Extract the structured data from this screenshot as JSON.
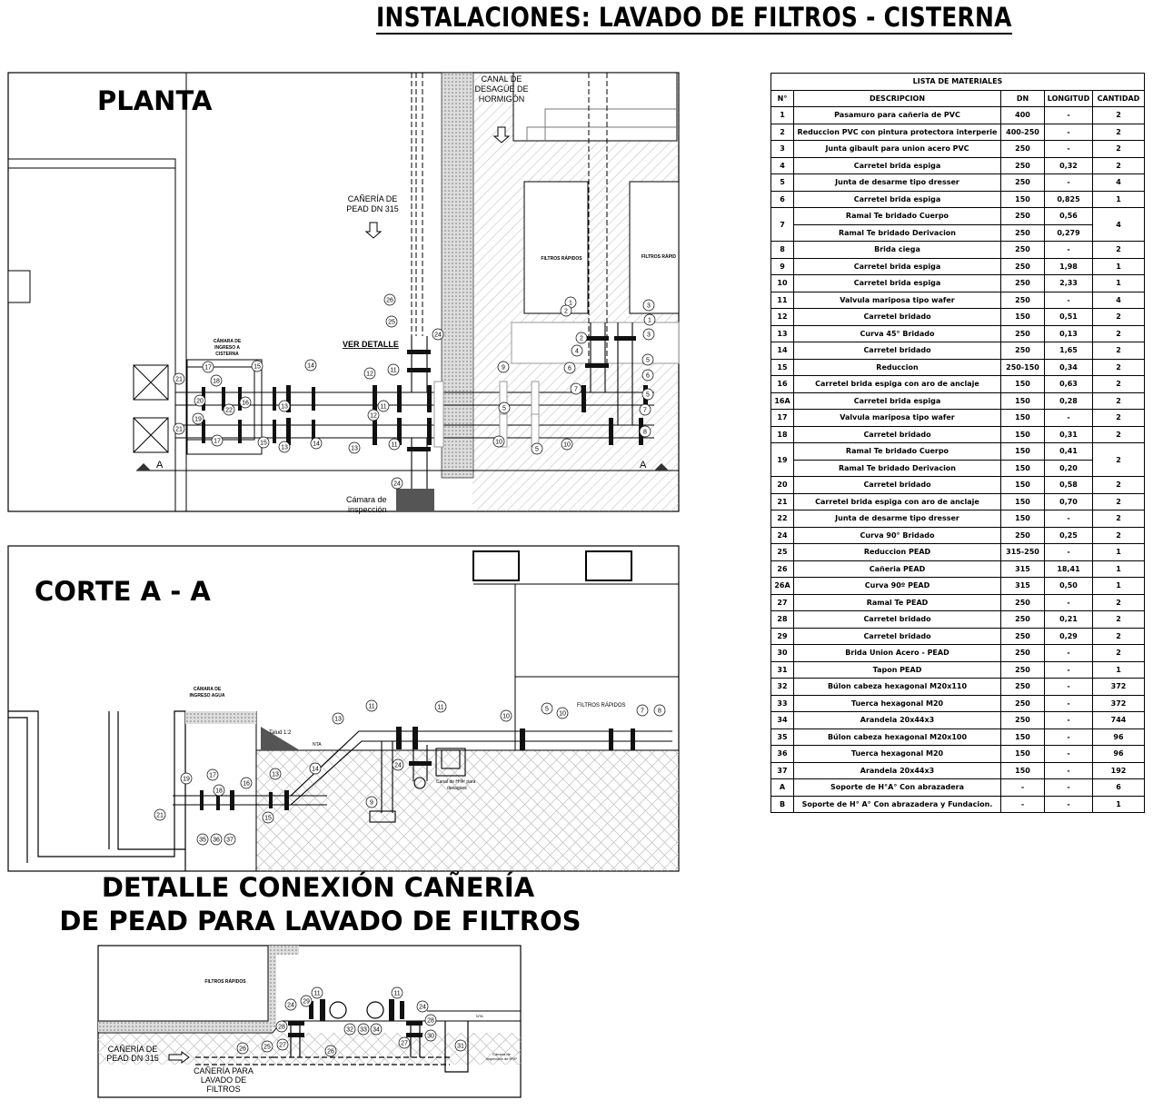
{
  "title": "INSTALACIONES: LAVADO DE FILTROS - CISTERNA",
  "planta": {
    "heading": "PLANTA",
    "canal_label": [
      "CANAL DE",
      "DESAGÜE DE",
      "HORMIGÓN"
    ],
    "caneria_label": [
      "CAÑERÍA DE",
      "PEAD DN 315"
    ],
    "filtros_1": "FILTROS RÁPIDOS",
    "filtros_2": "FILTROS RÁPID",
    "camara_ingreso": [
      "CÁMARA DE",
      "INGRESO A",
      "CISTERNA"
    ],
    "ver_detalle": "VER DETALLE",
    "camara_inspeccion": [
      "Cámara de",
      "inspección"
    ],
    "section_mark": "A",
    "callouts": [
      "26",
      "25",
      "24",
      "1",
      "2",
      "3",
      "1",
      "2",
      "3",
      "4",
      "5",
      "6",
      "5",
      "6",
      "7",
      "7",
      "8",
      "17",
      "18",
      "16",
      "15",
      "14",
      "12",
      "11",
      "9",
      "5",
      "21",
      "20",
      "22",
      "19",
      "21",
      "17",
      "15",
      "13",
      "14",
      "13",
      "12",
      "11",
      "13",
      "11",
      "10",
      "5",
      "10",
      "24"
    ]
  },
  "corte": {
    "heading": "CORTE A - A",
    "camara": [
      "CÁMARA DE",
      "INGRESO AGUA"
    ],
    "talud": "Talud 1:2",
    "nta": "NTA",
    "filtros": "FILTROS RÁPIDOS",
    "canal": [
      "Canal de HºAº para",
      "desagües"
    ],
    "callouts": [
      "11",
      "11",
      "13",
      "10",
      "5",
      "10",
      "7",
      "8",
      "24",
      "14",
      "13",
      "19",
      "17",
      "18",
      "16",
      "15",
      "21",
      "9",
      "35",
      "36",
      "37"
    ]
  },
  "detalle": {
    "heading": [
      "DETALLE CONEXIÓN CAÑERÍA",
      "DE PEAD PARA LAVADO DE FILTROS"
    ],
    "filtros": "FILTROS RÁPIDOS",
    "caneria_pead": [
      "CAÑERÍA DE",
      "PEAD DN 315"
    ],
    "caneria_lavado": [
      "CAÑERÍA PARA",
      "LAVADO DE",
      "FILTROS"
    ],
    "camara": [
      "Cámara de",
      "inspección de HºAº"
    ],
    "nta": "NTA",
    "callouts": [
      "11",
      "11",
      "24",
      "29",
      "24",
      "28",
      "28",
      "32",
      "33",
      "34",
      "26",
      "25",
      "27",
      "26",
      "27",
      "30",
      "31"
    ]
  },
  "materiales": {
    "title": "LISTA DE MATERIALES",
    "headers": [
      "N°",
      "DESCRIPCION",
      "DN",
      "LONGITUD",
      "CANTIDAD"
    ],
    "items": [
      {
        "n": "1",
        "rows": [
          {
            "desc": "Pasamuro para cañeria de PVC",
            "dn": "400",
            "len": "-"
          }
        ],
        "qty": "2"
      },
      {
        "n": "2",
        "rows": [
          {
            "desc": "Reduccion  PVC con pintura protectora interperie",
            "dn": "400-250",
            "len": "-"
          }
        ],
        "qty": "2"
      },
      {
        "n": "3",
        "rows": [
          {
            "desc": "Junta gibault para union acero PVC",
            "dn": "250",
            "len": "-"
          }
        ],
        "qty": "2"
      },
      {
        "n": "4",
        "rows": [
          {
            "desc": "Carretel brida espiga",
            "dn": "250",
            "len": "0,32"
          }
        ],
        "qty": "2"
      },
      {
        "n": "5",
        "rows": [
          {
            "desc": "Junta de desarme tipo dresser",
            "dn": "250",
            "len": "-"
          }
        ],
        "qty": "4"
      },
      {
        "n": "6",
        "rows": [
          {
            "desc": "Carretel brida espiga",
            "dn": "150",
            "len": "0,825"
          }
        ],
        "qty": "1"
      },
      {
        "n": "7",
        "rows": [
          {
            "desc": "Ramal Te bridado  Cuerpo",
            "dn": "250",
            "len": "0,56"
          },
          {
            "desc": "Ramal Te bridado  Derivacion",
            "dn": "250",
            "len": "0,279"
          }
        ],
        "qty": "4"
      },
      {
        "n": "8",
        "rows": [
          {
            "desc": "Brida ciega",
            "dn": "250",
            "len": "-"
          }
        ],
        "qty": "2"
      },
      {
        "n": "9",
        "rows": [
          {
            "desc": "Carretel brida espiga",
            "dn": "250",
            "len": "1,98"
          }
        ],
        "qty": "1"
      },
      {
        "n": "10",
        "rows": [
          {
            "desc": "Carretel brida espiga",
            "dn": "250",
            "len": "2,33"
          }
        ],
        "qty": "1"
      },
      {
        "n": "11",
        "rows": [
          {
            "desc": "Valvula mariposa tipo wafer",
            "dn": "250",
            "len": "-"
          }
        ],
        "qty": "4"
      },
      {
        "n": "12",
        "rows": [
          {
            "desc": "Carretel bridado",
            "dn": "150",
            "len": "0,51"
          }
        ],
        "qty": "2"
      },
      {
        "n": "13",
        "rows": [
          {
            "desc": "Curva 45° Bridado",
            "dn": "250",
            "len": "0,13"
          }
        ],
        "qty": "2"
      },
      {
        "n": "14",
        "rows": [
          {
            "desc": "Carretel bridado",
            "dn": "250",
            "len": "1,65"
          }
        ],
        "qty": "2"
      },
      {
        "n": "15",
        "rows": [
          {
            "desc": "Reduccion",
            "dn": "250-150",
            "len": "0,34"
          }
        ],
        "qty": "2"
      },
      {
        "n": "16",
        "rows": [
          {
            "desc": "Carretel brida espiga con aro de anclaje",
            "dn": "150",
            "len": "0,63"
          }
        ],
        "qty": "2"
      },
      {
        "n": "16A",
        "rows": [
          {
            "desc": "Carretel brida espiga",
            "dn": "150",
            "len": "0,28"
          }
        ],
        "qty": "2"
      },
      {
        "n": "17",
        "rows": [
          {
            "desc": "Valvula mariposa tipo wafer",
            "dn": "150",
            "len": "-"
          }
        ],
        "qty": "2"
      },
      {
        "n": "18",
        "rows": [
          {
            "desc": "Carretel bridado",
            "dn": "150",
            "len": "0,31"
          }
        ],
        "qty": "2"
      },
      {
        "n": "19",
        "rows": [
          {
            "desc": "Ramal Te bridado Cuerpo",
            "dn": "150",
            "len": "0,41"
          },
          {
            "desc": "Ramal Te bridado  Derivacion",
            "dn": "150",
            "len": "0,20"
          }
        ],
        "qty": "2"
      },
      {
        "n": "20",
        "rows": [
          {
            "desc": "Carretel bridado",
            "dn": "150",
            "len": "0,58"
          }
        ],
        "qty": "2"
      },
      {
        "n": "21",
        "rows": [
          {
            "desc": "Carretel brida espiga con aro de anclaje",
            "dn": "150",
            "len": "0,70"
          }
        ],
        "qty": "2"
      },
      {
        "n": "22",
        "rows": [
          {
            "desc": "Junta de desarme tipo dresser",
            "dn": "150",
            "len": "-"
          }
        ],
        "qty": "2"
      },
      {
        "n": "24",
        "rows": [
          {
            "desc": "Curva 90° Bridado",
            "dn": "250",
            "len": "0,25"
          }
        ],
        "qty": "2"
      },
      {
        "n": "25",
        "rows": [
          {
            "desc": "Reduccion PEAD",
            "dn": "315-250",
            "len": "-"
          }
        ],
        "qty": "1"
      },
      {
        "n": "26",
        "rows": [
          {
            "desc": "Cañeria PEAD",
            "dn": "315",
            "len": "18,41"
          }
        ],
        "qty": "1"
      },
      {
        "n": "26A",
        "rows": [
          {
            "desc": "Curva 90º PEAD",
            "dn": "315",
            "len": "0,50"
          }
        ],
        "qty": "1"
      },
      {
        "n": "27",
        "rows": [
          {
            "desc": "Ramal Te PEAD",
            "dn": "250",
            "len": "-"
          }
        ],
        "qty": "2"
      },
      {
        "n": "28",
        "rows": [
          {
            "desc": "Carretel bridado",
            "dn": "250",
            "len": "0,21"
          }
        ],
        "qty": "2"
      },
      {
        "n": "29",
        "rows": [
          {
            "desc": "Carretel bridado",
            "dn": "250",
            "len": "0,29"
          }
        ],
        "qty": "2"
      },
      {
        "n": "30",
        "rows": [
          {
            "desc": "Brida Union Acero - PEAD",
            "dn": "250",
            "len": "-"
          }
        ],
        "qty": "2"
      },
      {
        "n": "31",
        "rows": [
          {
            "desc": "Tapon PEAD",
            "dn": "250",
            "len": "-"
          }
        ],
        "qty": "1"
      },
      {
        "n": "32",
        "rows": [
          {
            "desc": "Búlon cabeza hexagonal M20x110",
            "dn": "250",
            "len": "-"
          }
        ],
        "qty": "372"
      },
      {
        "n": "33",
        "rows": [
          {
            "desc": "Tuerca hexagonal M20",
            "dn": "250",
            "len": "-"
          }
        ],
        "qty": "372"
      },
      {
        "n": "34",
        "rows": [
          {
            "desc": "Arandela 20x44x3",
            "dn": "250",
            "len": "-"
          }
        ],
        "qty": "744"
      },
      {
        "n": "35",
        "rows": [
          {
            "desc": "Búlon cabeza hexagonal M20x100",
            "dn": "150",
            "len": "-"
          }
        ],
        "qty": "96"
      },
      {
        "n": "36",
        "rows": [
          {
            "desc": "Tuerca hexagonal M20",
            "dn": "150",
            "len": "-"
          }
        ],
        "qty": "96"
      },
      {
        "n": "37",
        "rows": [
          {
            "desc": "Arandela 20x44x3",
            "dn": "150",
            "len": "-"
          }
        ],
        "qty": "192"
      },
      {
        "n": "A",
        "rows": [
          {
            "desc": "Soporte de H°A° Con abrazadera",
            "dn": "-",
            "len": "-"
          }
        ],
        "qty": "6"
      },
      {
        "n": "B",
        "rows": [
          {
            "desc": "Soporte de H° A° Con abrazadera y Fundacion.",
            "dn": "-",
            "len": "-"
          }
        ],
        "qty": "1"
      }
    ]
  }
}
